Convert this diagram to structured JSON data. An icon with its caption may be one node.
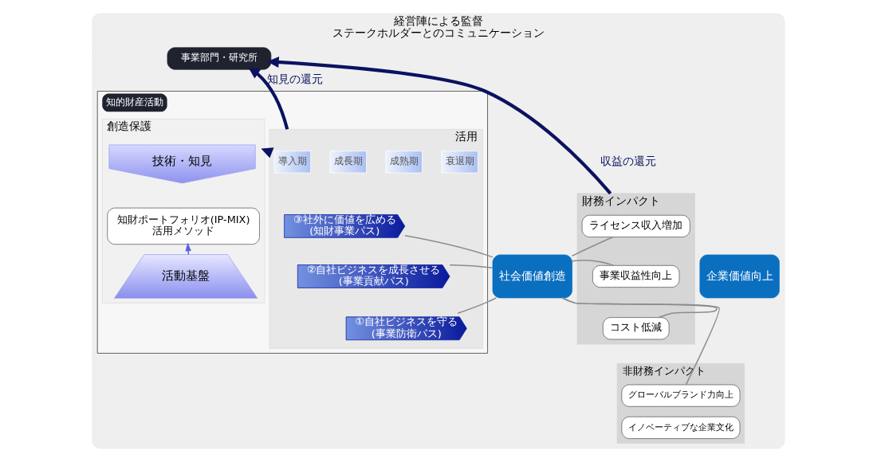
{
  "diagram": {
    "nodes": [
      {
        "text": [
          "経営陣による監督",
          "ステークホルダーとのコミュニケーション"
        ]
      },
      {
        "text": [
          "事業部門・研究所"
        ],
        "in": 0
      },
      {
        "text": [
          "知的財産活動"
        ],
        "in": 0
      },
      {
        "text": [
          "創造保護"
        ],
        "in": 2
      },
      {
        "text": [
          "技術・知見"
        ],
        "in": 3
      },
      {
        "text": [
          "知財ポートフォリオ(IP-MIX)",
          "活用メソッド"
        ],
        "in": 3
      },
      {
        "text": [
          "活動基盤"
        ],
        "in": 3
      },
      {
        "text": [
          "活用"
        ],
        "in": 2
      },
      {
        "text": [
          "導入期"
        ],
        "in": 7
      },
      {
        "text": [
          "成長期"
        ],
        "in": 7
      },
      {
        "text": [
          "成熟期"
        ],
        "in": 7
      },
      {
        "text": [
          "衰退期"
        ],
        "in": 7
      },
      {
        "text": [
          "③社外に価値を広める",
          "(知財事業パス)"
        ],
        "in": 7
      },
      {
        "text": [
          "②自社ビジネスを成長させる",
          "(事業貢献パス)"
        ],
        "in": 7
      },
      {
        "text": [
          "①自社ビジネスを守る",
          "(事業防衛パス)"
        ],
        "in": 7
      },
      {
        "text": [
          "社会価値創造"
        ],
        "in": 0
      },
      {
        "text": [
          "財務インパクト"
        ],
        "in": 0
      },
      {
        "text": [
          "ライセンス収入増加"
        ],
        "in": 16
      },
      {
        "text": [
          "事業収益性向上"
        ],
        "in": 16
      },
      {
        "text": [
          "コスト低減"
        ],
        "in": 16
      },
      {
        "text": [
          "非財務インパクト"
        ],
        "in": 0
      },
      {
        "text": [
          "グローバルブランド力向上"
        ],
        "in": 20
      },
      {
        "text": [
          "イノベーティブな企業文化"
        ],
        "in": 20
      },
      {
        "text": [
          "企業価値向上"
        ],
        "in": 0
      }
    ],
    "edges": [
      {
        "from": 6,
        "to": 5,
        "arrow": "to",
        "color": "#5a62e0"
      },
      {
        "from": 12,
        "to": 15,
        "arrow": "none"
      },
      {
        "from": 13,
        "to": 15,
        "arrow": "none"
      },
      {
        "from": 14,
        "to": 15,
        "arrow": "none"
      },
      {
        "from": 15,
        "to": 17,
        "arrow": "none"
      },
      {
        "from": 15,
        "to": 18,
        "arrow": "none"
      },
      {
        "from": 15,
        "to": 19,
        "arrow": "none"
      },
      {
        "from": 15,
        "to": 21,
        "arrow": "none"
      },
      {
        "from": 16,
        "to": 1,
        "arrow": "to",
        "label": "収益の還元",
        "style": "thick",
        "color": "#0b1260"
      },
      {
        "from": 7,
        "to": 1,
        "arrow": "to",
        "label": "知見の還元",
        "style": "thick",
        "color": "#0b1260"
      },
      {
        "from": 7,
        "to": 3,
        "arrow": "to",
        "style": "thick",
        "color": "#0b1260"
      }
    ]
  }
}
